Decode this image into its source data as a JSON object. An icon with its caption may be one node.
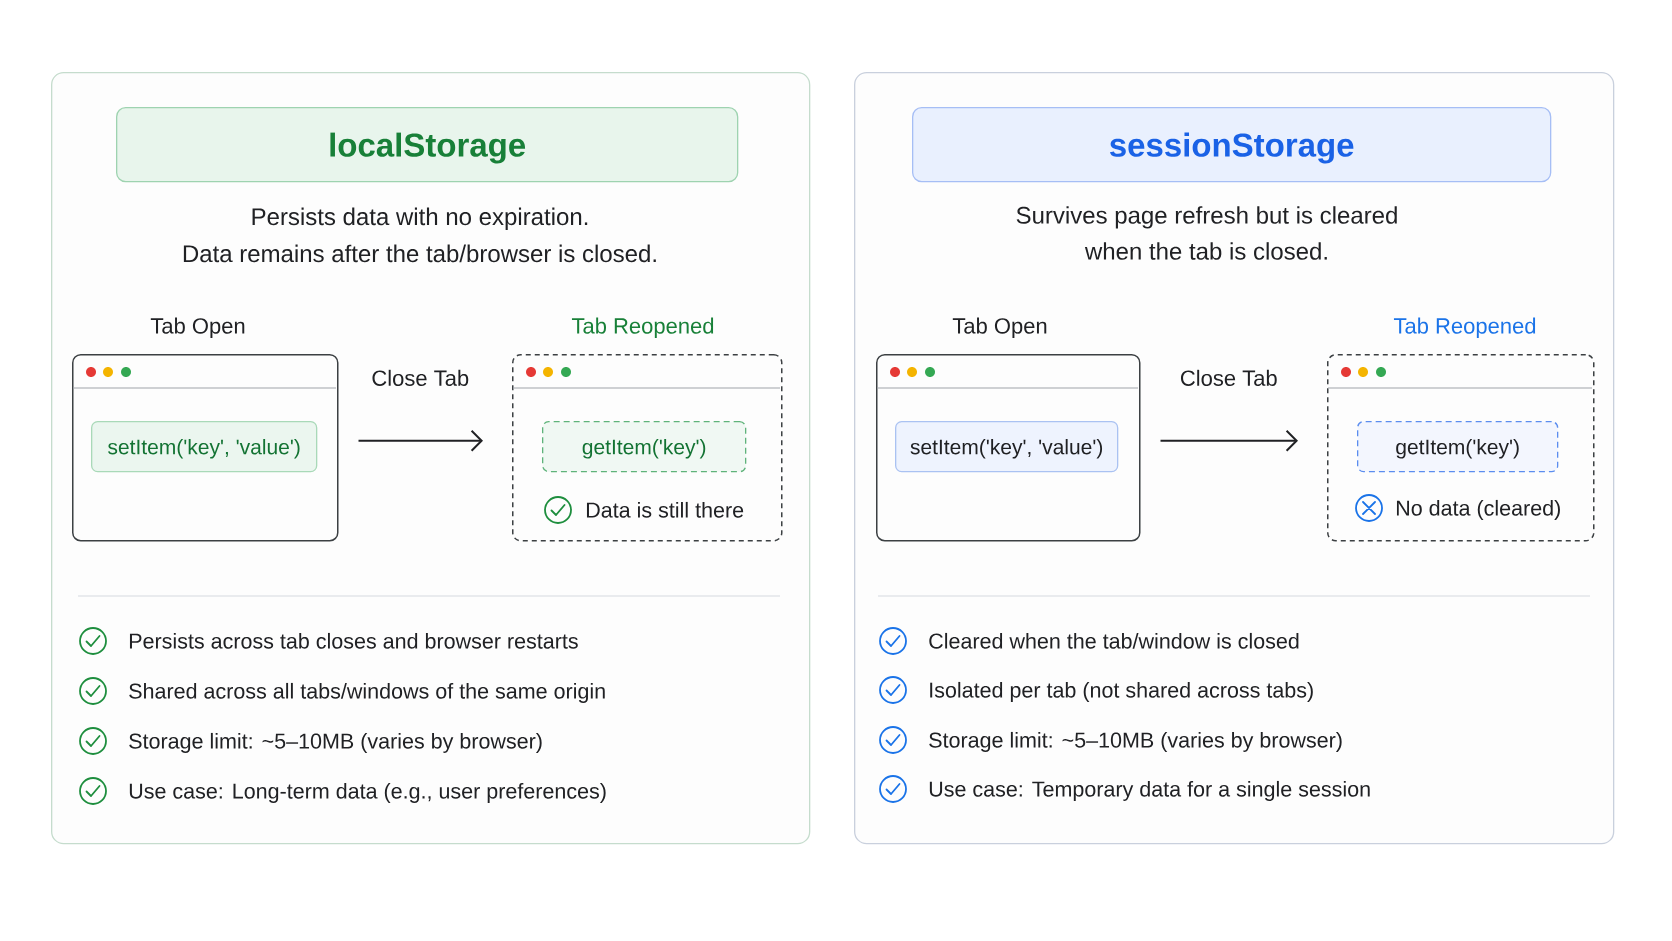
{
  "diagram": {
    "nodes": [
      {
        "text": [
          "Persists data with no expiration.",
          "Data remains after the tab/browser is closed.",
          "Persists across tab closes and browser restarts",
          "Shared across all tabs/windows of the same origin",
          "Storage limit: ~5–10MB (varies by browser)",
          "Use case: Long-term data (e.g., user preferences)"
        ]
      },
      {
        "text": [
          "localStorage"
        ],
        "in": 0
      },
      {
        "text": [
          "Tab Open"
        ],
        "in": 0
      },
      {
        "text": [
          "setItem('key', 'value')"
        ],
        "in": 2
      },
      {
        "text": [
          "Tab Reopened",
          "Data is still there"
        ],
        "in": 0
      },
      {
        "text": [
          "getItem('key')"
        ],
        "in": 4
      },
      {
        "text": [
          "Survives page refresh but is cleared when the tab is closed.",
          "Cleared when the tab/window is closed",
          "Isolated per tab (not shared across tabs)",
          "Storage limit: ~5–10MB (varies by browser)",
          "Use case: Temporary data for a single session"
        ]
      },
      {
        "text": [
          "sessionStorage"
        ],
        "in": 6
      },
      {
        "text": [
          "Tab Open"
        ],
        "in": 6
      },
      {
        "text": [
          "setItem('key', 'value')"
        ],
        "in": 8
      },
      {
        "text": [
          "Tab Reopened",
          "No data (cleared)"
        ],
        "in": 6
      },
      {
        "text": [
          "getItem('key')"
        ],
        "in": 10
      }
    ],
    "edges": [
      {
        "from": 2,
        "to": 4,
        "arrow": "to",
        "label": "Close Tab"
      },
      {
        "from": 8,
        "to": 10,
        "arrow": "to",
        "label": "Close Tab"
      }
    ]
  }
}
